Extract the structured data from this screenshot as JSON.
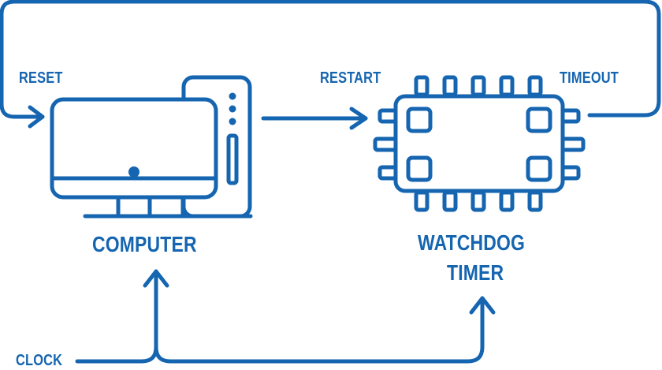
{
  "colors": {
    "stroke": "#1565b0",
    "background": "#ffffff"
  },
  "labels": {
    "reset": "RESET",
    "restart": "RESTART",
    "timeout": "TIMEOUT",
    "computer": "COMPUTER",
    "watchdog_line1": "WATCHDOG",
    "watchdog_line2": "TIMER",
    "clock": "CLOCK"
  },
  "icons": {
    "computer": "desktop-computer-icon",
    "timer": "chip-icon"
  }
}
